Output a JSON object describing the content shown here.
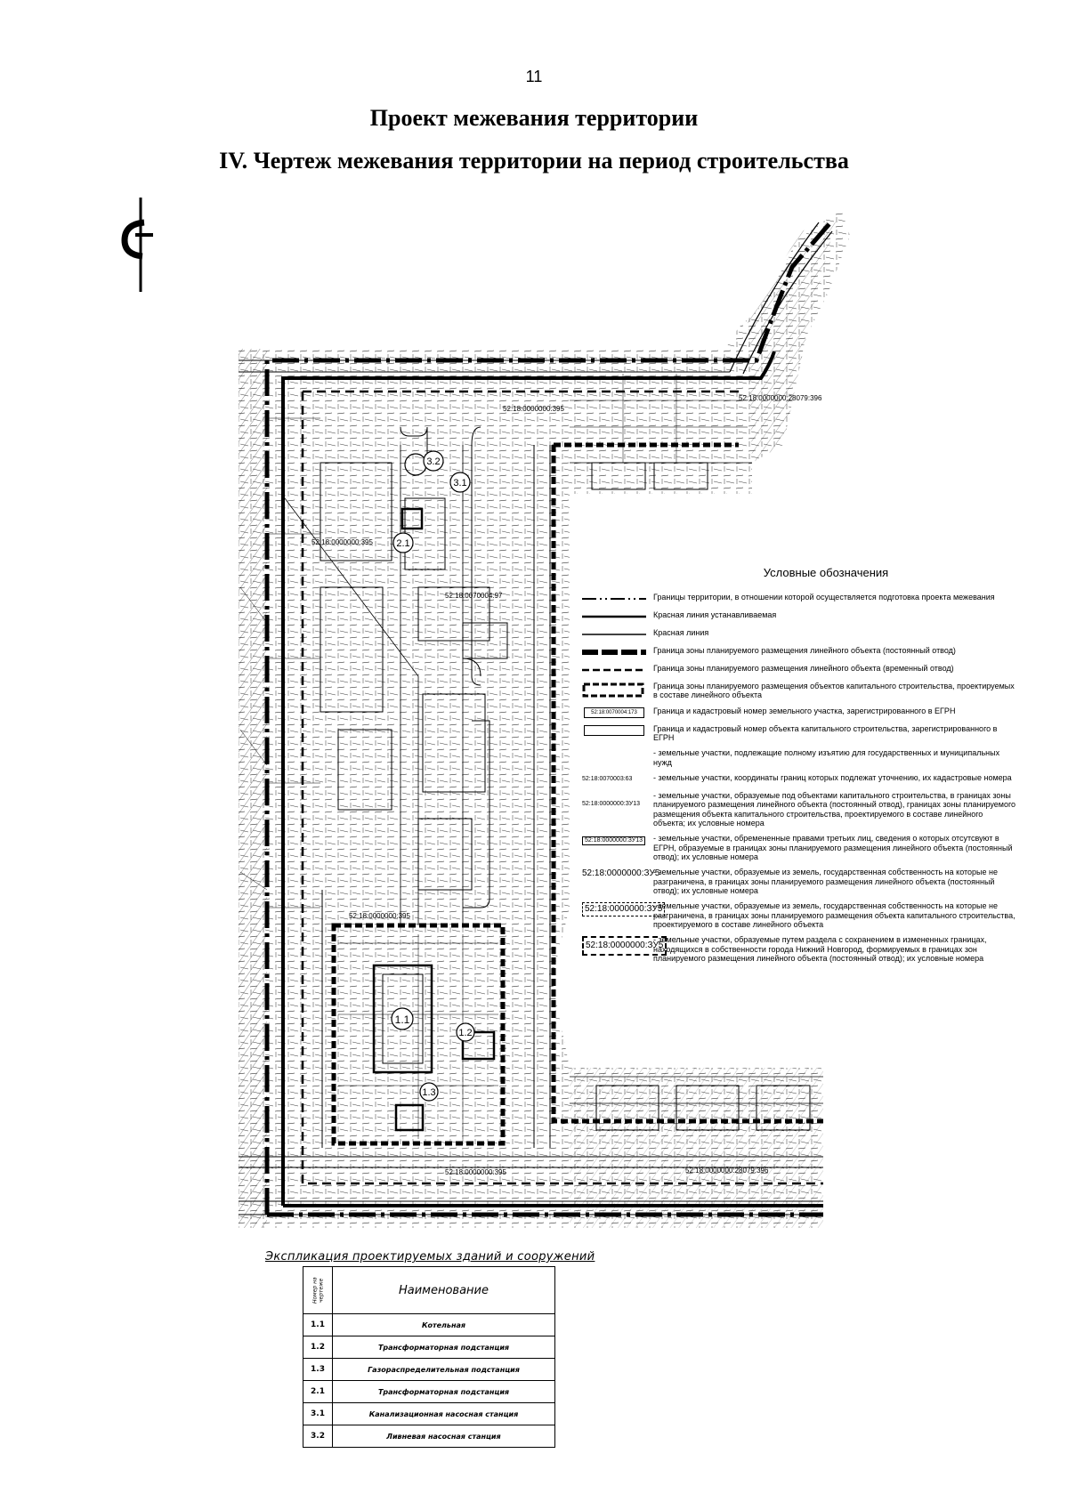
{
  "page_number": "11",
  "title_main": "Проект межевания территории",
  "title_sub": "IV. Чертеж межевания территории на период строительства",
  "map": {
    "parcels": [
      "52:18:0000000:395",
      "52:18:0000000:395",
      "52:18:0070004:97",
      "52:18:0000000:395",
      "52:18:0000000:395",
      "52:18:0000000:28079:396",
      "52:18:0000000:28079:396"
    ],
    "buildings": [
      {
        "id": "1.1",
        "label": "1.1"
      },
      {
        "id": "1.2",
        "label": "1.2"
      },
      {
        "id": "1.3",
        "label": "1.3"
      },
      {
        "id": "2.1",
        "label": "2.1"
      },
      {
        "id": "3.1",
        "label": "3.1"
      },
      {
        "id": "3.2",
        "label": "3.2"
      }
    ]
  },
  "legend": {
    "title": "Условные обозначения",
    "items": [
      {
        "text": "Границы территории, в отношении которой осуществляется подготовка проекта межевания"
      },
      {
        "text": "Красная линия устанавливаемая"
      },
      {
        "text": "Красная линия"
      },
      {
        "text": "Граница зоны планируемого размещения линейного объекта (постоянный отвод)"
      },
      {
        "text": "Граница зоны планируемого размещения линейного объекта (временный отвод)"
      },
      {
        "text": "Граница зоны планируемого размещения объектов капитального строительства, проектируемых в составе линейного объекта"
      },
      {
        "symbol_label": "52:18:0070004:173",
        "text": "Граница и кадастровый номер земельного участка, зарегистрированного в ЕГРН"
      },
      {
        "text": "Граница и кадастровый номер объекта капитального строительства, зарегистрированного в ЕГРН"
      },
      {
        "text": "- земельные участки, подлежащие полному изъятию для государственных и муниципальных нужд"
      },
      {
        "symbol_label": "52:18:0070003:63",
        "text": "- земельные участки, координаты границ которых подлежат уточнению, их кадастровые номера"
      },
      {
        "symbol_label": "52:18:0000000:ЗУ13",
        "text": "- земельные участки, образуемые под объектами капитального строительства, в границах зоны планируемого размещения линейного объекта (постоянный отвод), границах зоны планируемого размещения объекта капитального строительства, проектируемого в составе линейного объекта; их условные номера"
      },
      {
        "symbol_label": "52:18:0000000:ЗУ13",
        "text": "- земельные участки, обремененные правами третьих лиц, сведения о которых отсутсвуют в ЕГРН, образуемые в границах зоны планируемого размещения линейного объекта (постоянный отвод); их условные номера"
      },
      {
        "symbol_label": "52:18:0000000:ЗУ5",
        "text": "- земельные участки, образуемые из земель, государственная собственность на которые не разграничена, в границах зоны планируемого размещения линейного объекта (постоянный отвод); их условные номера"
      },
      {
        "symbol_label": "52:18:0000000:ЗУ5",
        "text": "- земельные участки, образуемые из земель, государственная собственность на которые не разграничена, в границах зоны планируемого размещения объекта капитального строительства, проектируемого в составе линейного объекта"
      },
      {
        "symbol_label": "52:18:0000000:ЗУ5",
        "text": "- земельные участки, образуемые путем раздела с сохранением в измененных границах, находящихся в собственности города Нижний Новгород, формируемых в границах зон планируемого размещения линейного объекта (постоянный отвод); их условные номера"
      }
    ]
  },
  "explication": {
    "title": "Экспликация проектируемых зданий и сооружений",
    "col_number": "Номер на чертеже",
    "col_name": "Наименование",
    "rows": [
      {
        "num": "1.1",
        "name": "Котельная"
      },
      {
        "num": "1.2",
        "name": "Трансформаторная подстанция"
      },
      {
        "num": "1.3",
        "name": "Газораспределительная подстанция"
      },
      {
        "num": "2.1",
        "name": "Трансформаторная подстанция"
      },
      {
        "num": "3.1",
        "name": "Канализационная насосная станция"
      },
      {
        "num": "3.2",
        "name": "Ливневая насосная станция"
      }
    ]
  }
}
